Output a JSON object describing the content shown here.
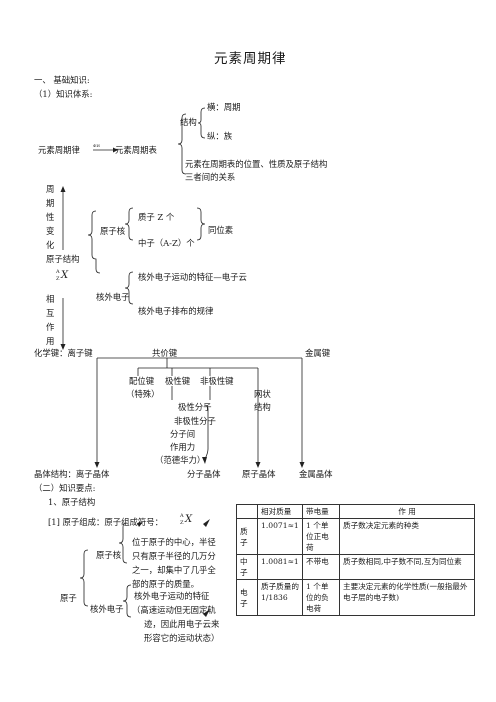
{
  "title": "元素周期律",
  "sec1": "一、 基础知识:",
  "sec1_1": "（1）知识体系:",
  "structure": {
    "law": "元素周期律",
    "arrow_label": "ФИ",
    "table": "元素周期表",
    "jiegou": "结构",
    "heng": "横：周期",
    "zong": "纵：族",
    "relation1": "元素在周期表的位置、性质及原子结构",
    "relation2": "三者间的关系"
  },
  "vertical": {
    "top_chars": [
      "周",
      "期",
      "性",
      "变",
      "化"
    ],
    "atom_structure": "原子结构",
    "nuclide_A": "A",
    "nuclide_Z": "Z",
    "nuclide_X": "X",
    "bottom_chars": [
      "相",
      "互",
      "作",
      "用"
    ]
  },
  "nucleus": {
    "label": "原子核",
    "proton": "质子  Z 个",
    "neutron": "中子（A-Z）个",
    "isotope": "同位素"
  },
  "electrons": {
    "label": "核外电子",
    "feature": "核外电子运动的特征—电子云",
    "rule": "核外电子排布的规律"
  },
  "bonds": {
    "header": "化学键：离子键",
    "covalent": "共价键",
    "metallic": "金属键",
    "coordinate": "配位键",
    "coordinate_note": "（特殊）",
    "polar": "极性键",
    "nonpolar": "非极性键",
    "network": "网状",
    "network2": "结构",
    "polar_mol": "极性分子",
    "nonpolar_mol": "非极性分子",
    "intermol1": "分子间",
    "intermol2": "作用力",
    "vdw": "（范德华力）"
  },
  "crystals": {
    "header": "晶体结构：离子晶体",
    "molecular": "分子晶体",
    "atomic": "原子晶体",
    "metallic": "金属晶体"
  },
  "sec2": "（二）知识要点:",
  "sec2_1": "1、原子结构",
  "composition": {
    "prefix": "[1] 原子组成：原子组成符号：",
    "nucleus": "原子核",
    "atom": "原子",
    "electron": "核外电子",
    "n1": "位于原子的中心，半径",
    "n2": "只有原子半径的几万分",
    "n3": "之一，却集中了几乎全",
    "n4": "部的原子的质量。",
    "e1": "核外电子运动的特征",
    "e2": "（高速运动但无固定轨",
    "e3": "迹，因此用电子云来",
    "e4": "形容它的运动状态）"
  },
  "particle_table": {
    "headers": [
      "",
      "相对质量",
      "带电量",
      "作      用"
    ],
    "rows": [
      [
        "质子",
        "1.0071≈1",
        "1 个单位正电荷",
        "质子数决定元素的种类"
      ],
      [
        "中子",
        "1.0081≈1",
        "不带电",
        "质子数相同,中子数不同,互为同位素"
      ],
      [
        "电子",
        "质子质量的1/1836",
        "1 个单位的负电荷",
        "主要决定元素的化学性质(一般指最外电子层的电子数)"
      ]
    ]
  }
}
